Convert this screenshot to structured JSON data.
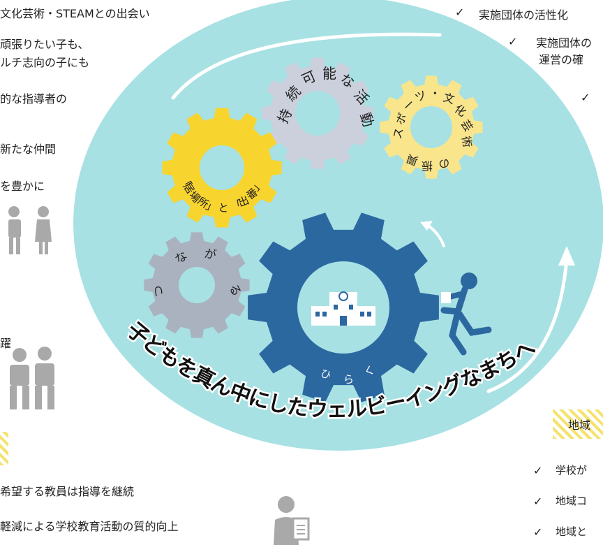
{
  "left_items": {
    "line1": "文化芸術・STEAMとの出会い",
    "line2": "頑張りたい子も、",
    "line3": "ルチ志向の子にも",
    "line4": "的な指導者の",
    "line5": "新たな仲間",
    "line6": "を豊かに",
    "line7": "躍"
  },
  "bottom_left": {
    "line1": "希望する教員は指導を継続",
    "line2": "軽減による学校教育活動の質的向上"
  },
  "right_top": {
    "line1": "実施団体の活性化",
    "line2": "実施団体の",
    "line3": "運営の確"
  },
  "right_bottom": {
    "box_label": "地域",
    "item1": "学校が",
    "item2": "地域コ",
    "item3": "地域と"
  },
  "check_mark": "✓",
  "gears": {
    "sustainable": "持続可能な活動",
    "sports": "スポーツ・文化芸術の振興",
    "place": "「居場所」と「出番」",
    "connect": "つながる",
    "open": "ひらく"
  },
  "slogan": "子どもを真ん中にしたウェルビーイングなまちへ",
  "colors": {
    "ellipse": "#a7e1e3",
    "gear_school": "#2c68a0",
    "gear_gray": "#ccd0dd",
    "gear_yellow": "#f8d42e",
    "gear_lightyellow": "#f8e58c",
    "gear_slate": "#aab2bf"
  }
}
